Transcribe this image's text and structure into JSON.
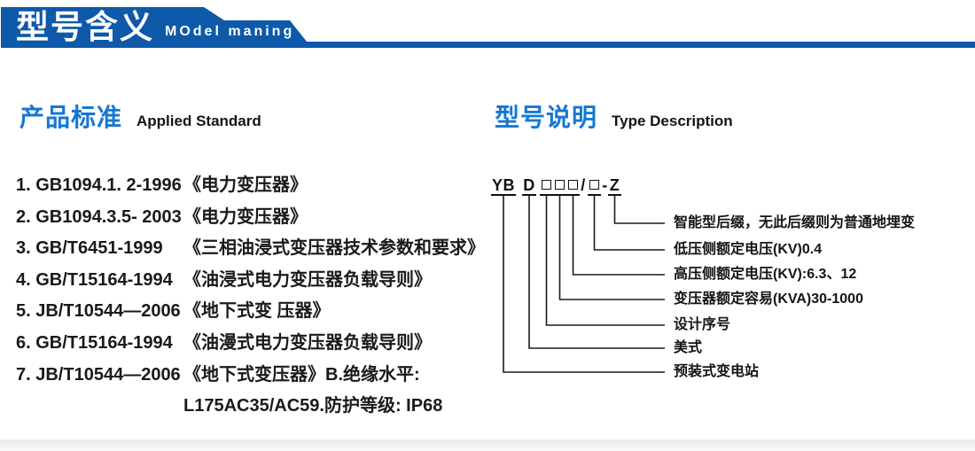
{
  "banner": {
    "title_cn": "型号含义",
    "title_en": "MOdel maning",
    "color": "#0e59a9"
  },
  "standards": {
    "heading_cn": "产品标准",
    "heading_en": "Applied Standard",
    "items": [
      {
        "ref": "1. GB1094.1. 2-1996",
        "title": "《电力变压器》"
      },
      {
        "ref": "2. GB1094.3.5- 2003",
        "title": "《电力变压器》"
      },
      {
        "ref": "3. GB/T6451-1999",
        "title": "《三相油浸式变压器技术参数和要求》"
      },
      {
        "ref": "4. GB/T15164-1994",
        "title": "《油浸式电力变压器负载导则》"
      },
      {
        "ref": "5. JB/T10544—2006",
        "title": "《地下式变 压器》"
      },
      {
        "ref": "6. GB/T15164-1994",
        "title": "《油漫式电力变压器负载导则》"
      },
      {
        "ref": "7. JB/T10544—2006",
        "title": "《地下式变压器》B.绝缘水平:"
      },
      {
        "ref": "",
        "title": "L175AC35/AC59.防护等级: IP68"
      }
    ]
  },
  "model": {
    "heading_cn": "型号说明",
    "heading_en": "Type Description",
    "code_parts": [
      {
        "text": "YB",
        "type": "text",
        "underlined": true
      },
      {
        "text": "D",
        "type": "text",
        "underlined": true
      },
      {
        "text": "□",
        "type": "square",
        "underlined": true
      },
      {
        "text": "□",
        "type": "square",
        "underlined": true
      },
      {
        "text": "□",
        "type": "square",
        "underlined": true
      },
      {
        "text": "/",
        "type": "text",
        "underlined": false
      },
      {
        "text": "□",
        "type": "square",
        "underlined": true
      },
      {
        "text": "-",
        "type": "text",
        "underlined": false
      },
      {
        "text": "Z",
        "type": "text",
        "underlined": true
      }
    ],
    "labels": [
      "智能型后缀，无此后缀则为普通地埋变",
      "低压侧额定电压(KV)0.4",
      "高压侧额定电压(KV):6.3、12",
      "变压器额定容易(KVA)30-1000",
      "设计序号",
      "美式",
      "预装式变电站"
    ]
  }
}
